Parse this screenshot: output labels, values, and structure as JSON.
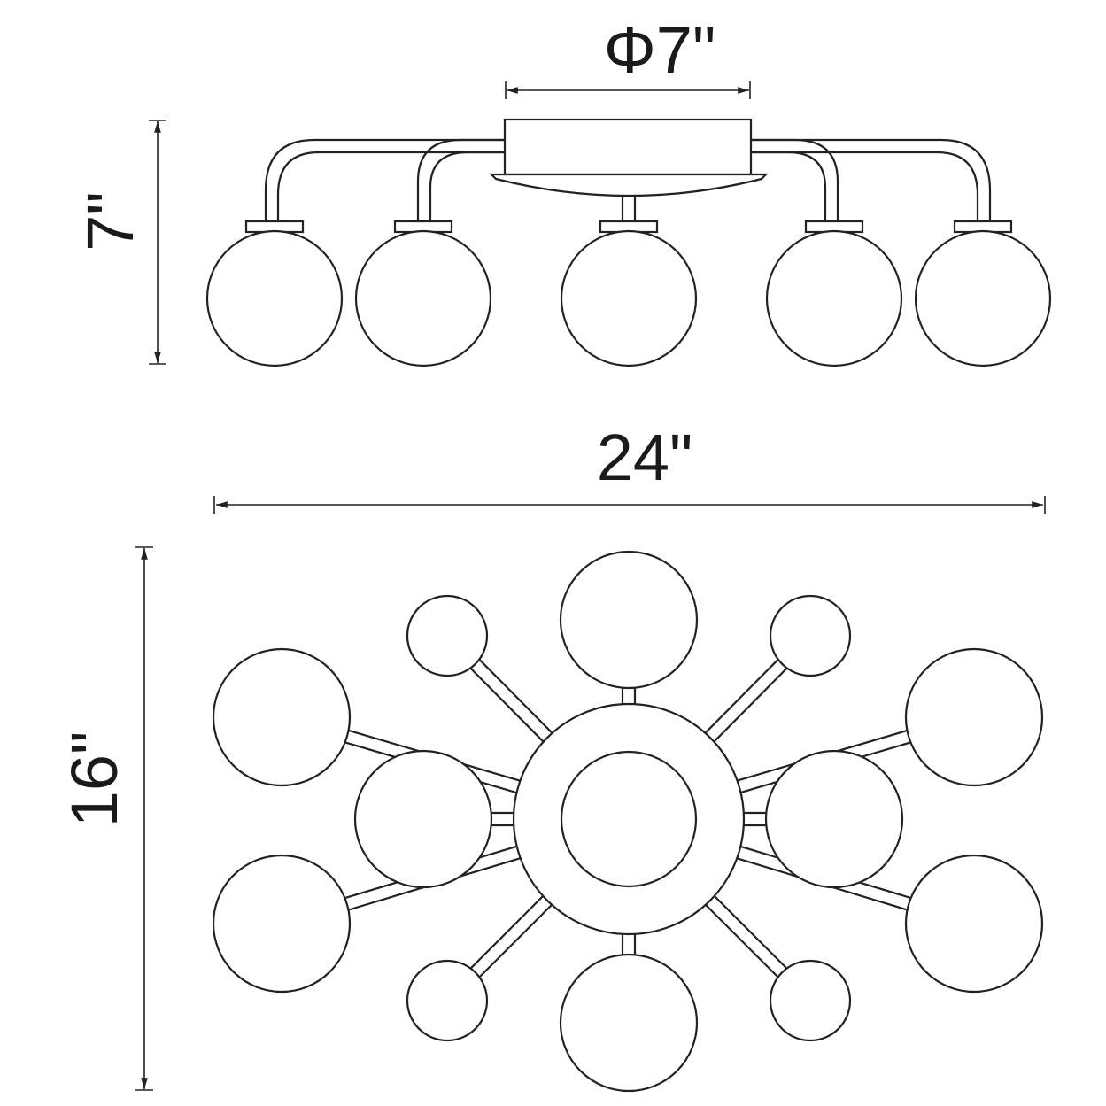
{
  "dimensions": {
    "canopy_diameter": "Φ7\"",
    "height": "7\"",
    "width": "24\"",
    "depth": "16\""
  },
  "line_color": "#222222"
}
